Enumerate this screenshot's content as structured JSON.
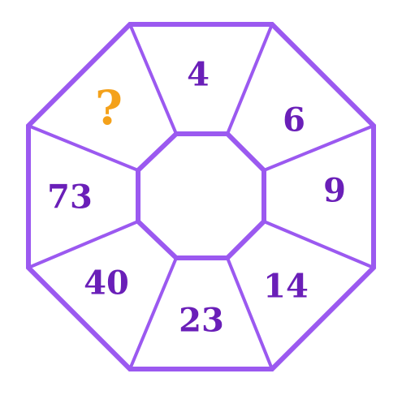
{
  "puzzle": {
    "segments": [
      {
        "id": "top",
        "label": "4"
      },
      {
        "id": "top-right",
        "label": "6"
      },
      {
        "id": "right",
        "label": "9"
      },
      {
        "id": "bottom-right",
        "label": "14"
      },
      {
        "id": "bottom",
        "label": "23"
      },
      {
        "id": "bottom-left",
        "label": "40"
      },
      {
        "id": "left",
        "label": "73"
      },
      {
        "id": "top-left",
        "label": "?"
      }
    ],
    "colors": {
      "outline": "#9b59f0",
      "number": "#6a1fb8",
      "question": "#f4a11a",
      "background": "#ffffff"
    }
  }
}
